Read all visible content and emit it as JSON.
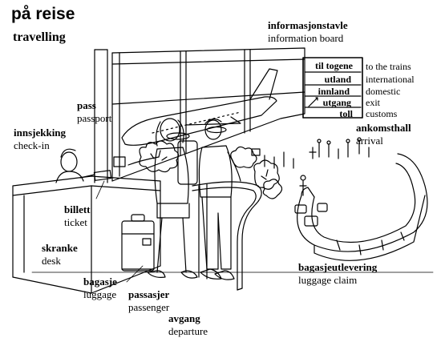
{
  "title": {
    "norwegian": "på reise",
    "english": "travelling"
  },
  "labels": {
    "information_board": {
      "no": "informasjonstavle",
      "en": "information board"
    },
    "passport": {
      "no": "pass",
      "en": "passport"
    },
    "check_in": {
      "no": "innsjekking",
      "en": "check-in"
    },
    "arrival": {
      "no": "ankomsthall",
      "en": "arrival"
    },
    "ticket": {
      "no": "billett",
      "en": "ticket"
    },
    "desk": {
      "no": "skranke",
      "en": "desk"
    },
    "luggage": {
      "no": "bagasje",
      "en": "luggage"
    },
    "passenger": {
      "no": "passasjer",
      "en": "passenger"
    },
    "departure": {
      "no": "avgang",
      "en": "departure"
    },
    "luggage_claim": {
      "no": "bagasjeutlevering",
      "en": "luggage claim"
    }
  },
  "board": {
    "signs": [
      "til togene",
      "utland",
      "innland",
      "utgang",
      "toll"
    ],
    "translations": [
      "to the trains",
      "international",
      "domestic",
      "exit",
      "customs"
    ]
  },
  "colors": {
    "ink": "#000000",
    "background": "#ffffff"
  }
}
